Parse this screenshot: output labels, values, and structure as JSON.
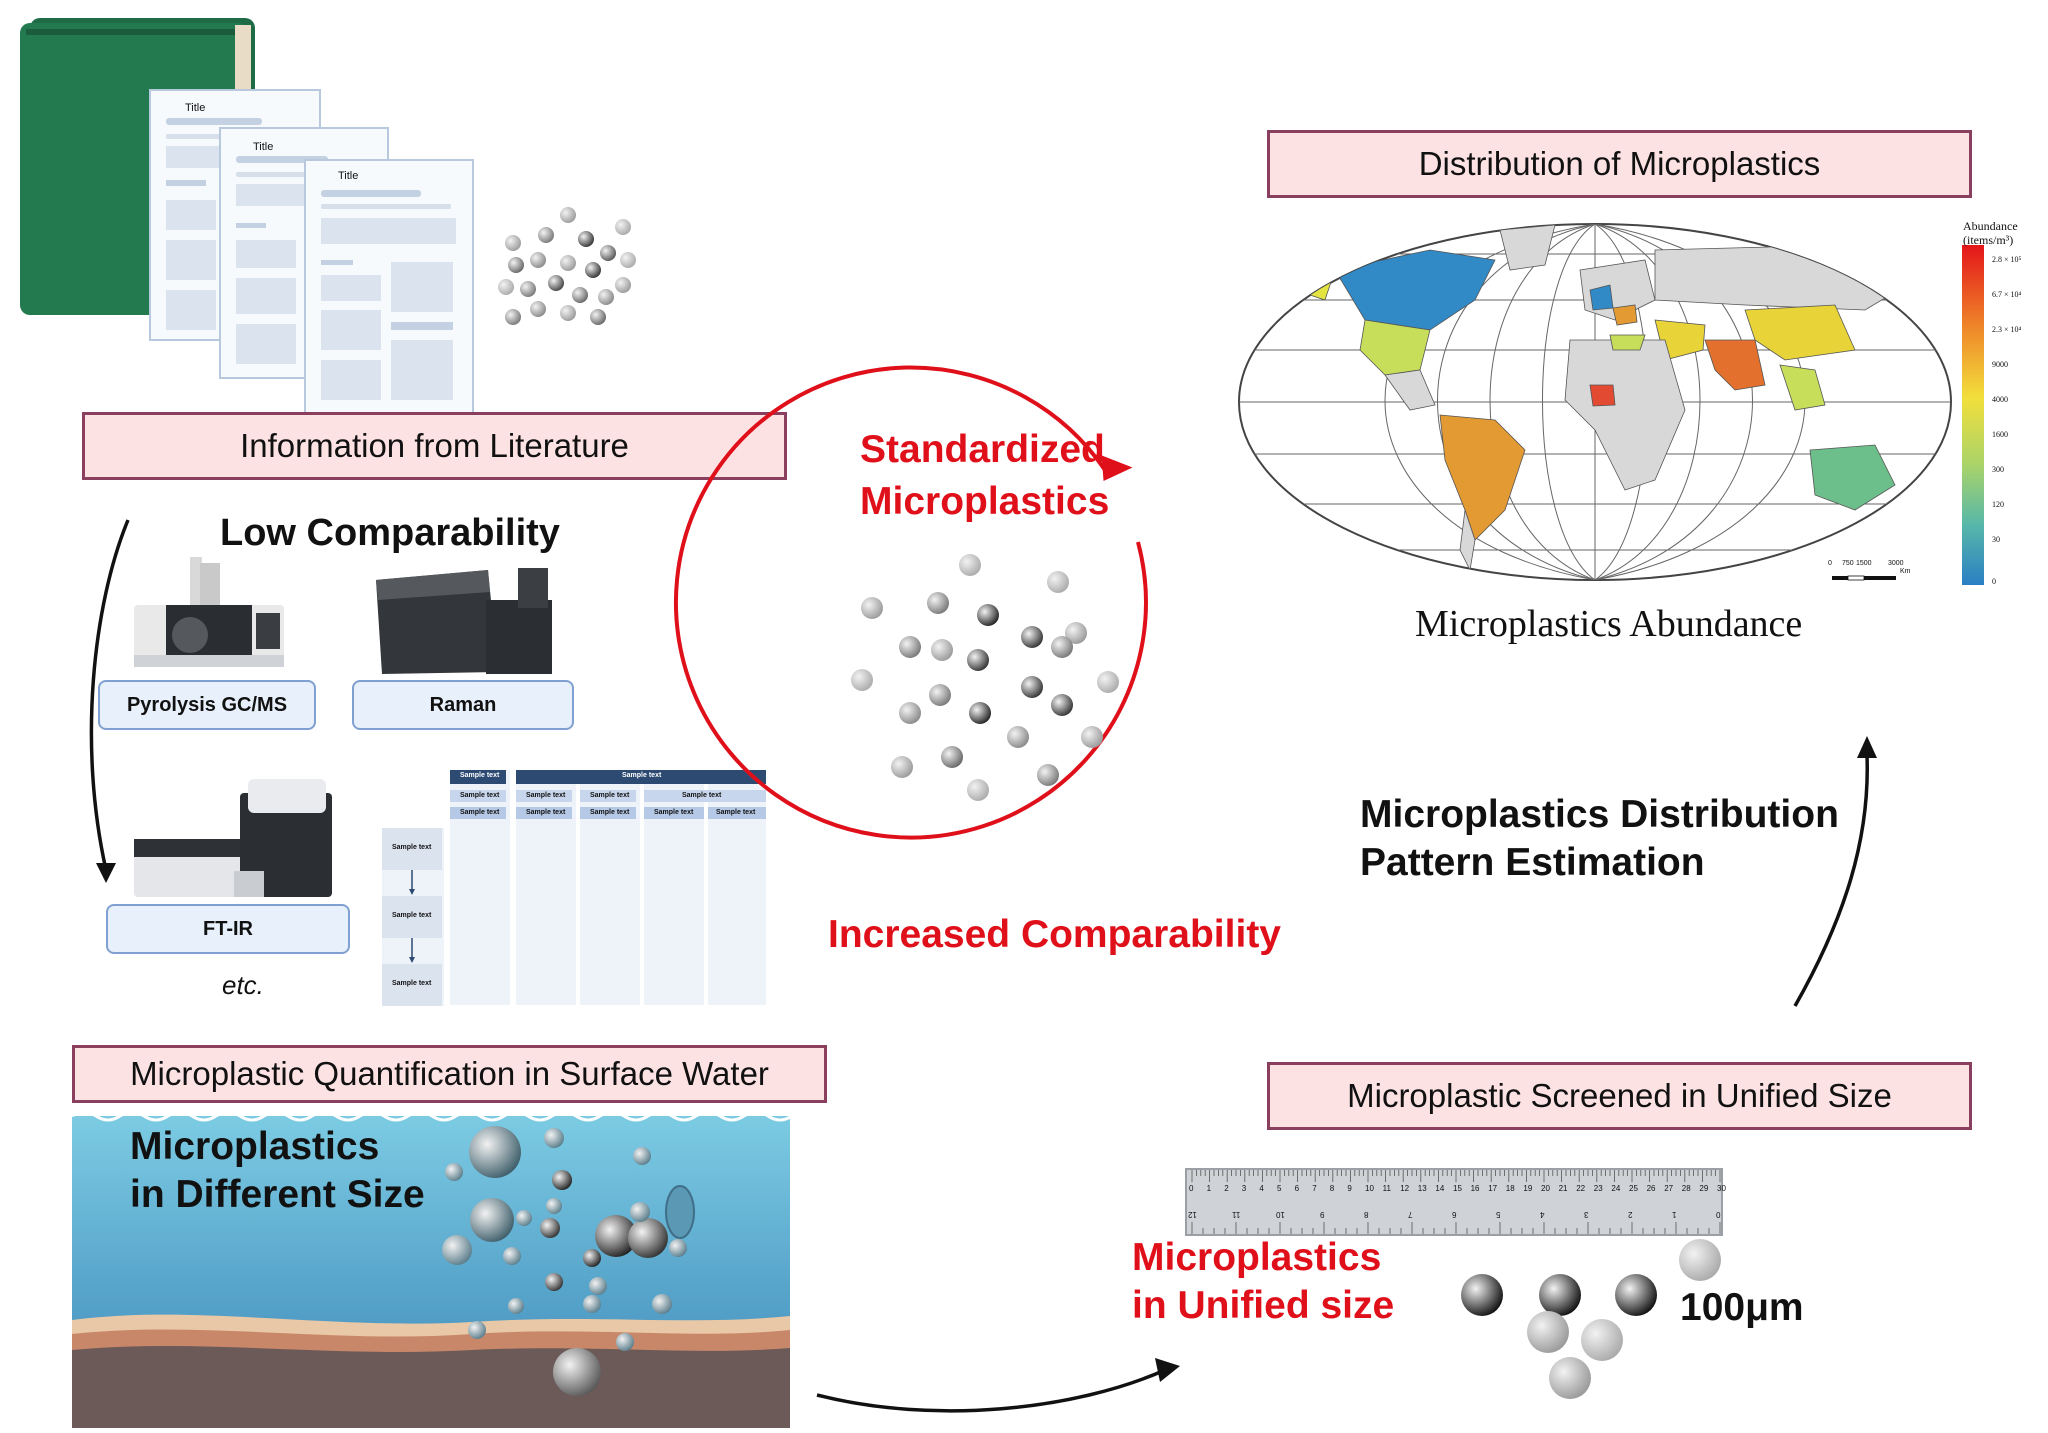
{
  "literature": {
    "box_label": "Information from Literature",
    "doc_title": "Title"
  },
  "comparability": {
    "low_title": "Low Comparability",
    "instruments": [
      "Pyrolysis GC/MS",
      "Raman",
      "FT-IR"
    ],
    "etc": "etc.",
    "table_header_small": "Sample text",
    "table_header_large": "Sample text",
    "table_cell": "Sample text",
    "flow_step": "Sample text"
  },
  "center": {
    "standardized": [
      "Standardized",
      "Microplastics"
    ],
    "increased": "Increased Comparability"
  },
  "distribution": {
    "box_label": "Distribution of Microplastics",
    "map_caption": "Microplastics Abundance",
    "legend_title": [
      "Abundance",
      "(items/m³)"
    ],
    "legend_ticks": [
      "2.8 × 10⁵",
      "6.7 × 10⁴",
      "2.3 × 10⁴",
      "9000",
      "4000",
      "1600",
      "300",
      "120",
      "30",
      "0"
    ],
    "scale_labels": [
      "0",
      "750",
      "1500",
      "3000",
      "Km"
    ],
    "pattern": [
      "Microplastics Distribution",
      "Pattern Estimation"
    ]
  },
  "surface_water": {
    "box_label": "Microplastic Quantification in Surface Water",
    "different_size": [
      "Microplastics",
      "in Different Size"
    ]
  },
  "screened": {
    "box_label": "Microplastic Screened in Unified Size",
    "unified": [
      "Microplastics",
      "in Unified size"
    ],
    "size_label": "100μm",
    "ruler_top": [
      "0",
      "1",
      "2",
      "3",
      "4",
      "5",
      "6",
      "7",
      "8",
      "9",
      "10",
      "11",
      "12",
      "13",
      "14",
      "15",
      "16",
      "17",
      "18",
      "19",
      "20",
      "21",
      "22",
      "23",
      "24",
      "25",
      "26",
      "27",
      "28",
      "29",
      "30"
    ],
    "ruler_bottom": [
      "0",
      "1",
      "2",
      "3",
      "4",
      "5",
      "6",
      "7",
      "8",
      "9",
      "10",
      "11",
      "12"
    ]
  },
  "colors": {
    "red": "#e0101b",
    "box_fill": "#fde2e4",
    "box_border": "#8b3f5f",
    "book_green": "#1f6b45",
    "water_top": "#7ccbe3",
    "water_bottom": "#3b86b8"
  }
}
